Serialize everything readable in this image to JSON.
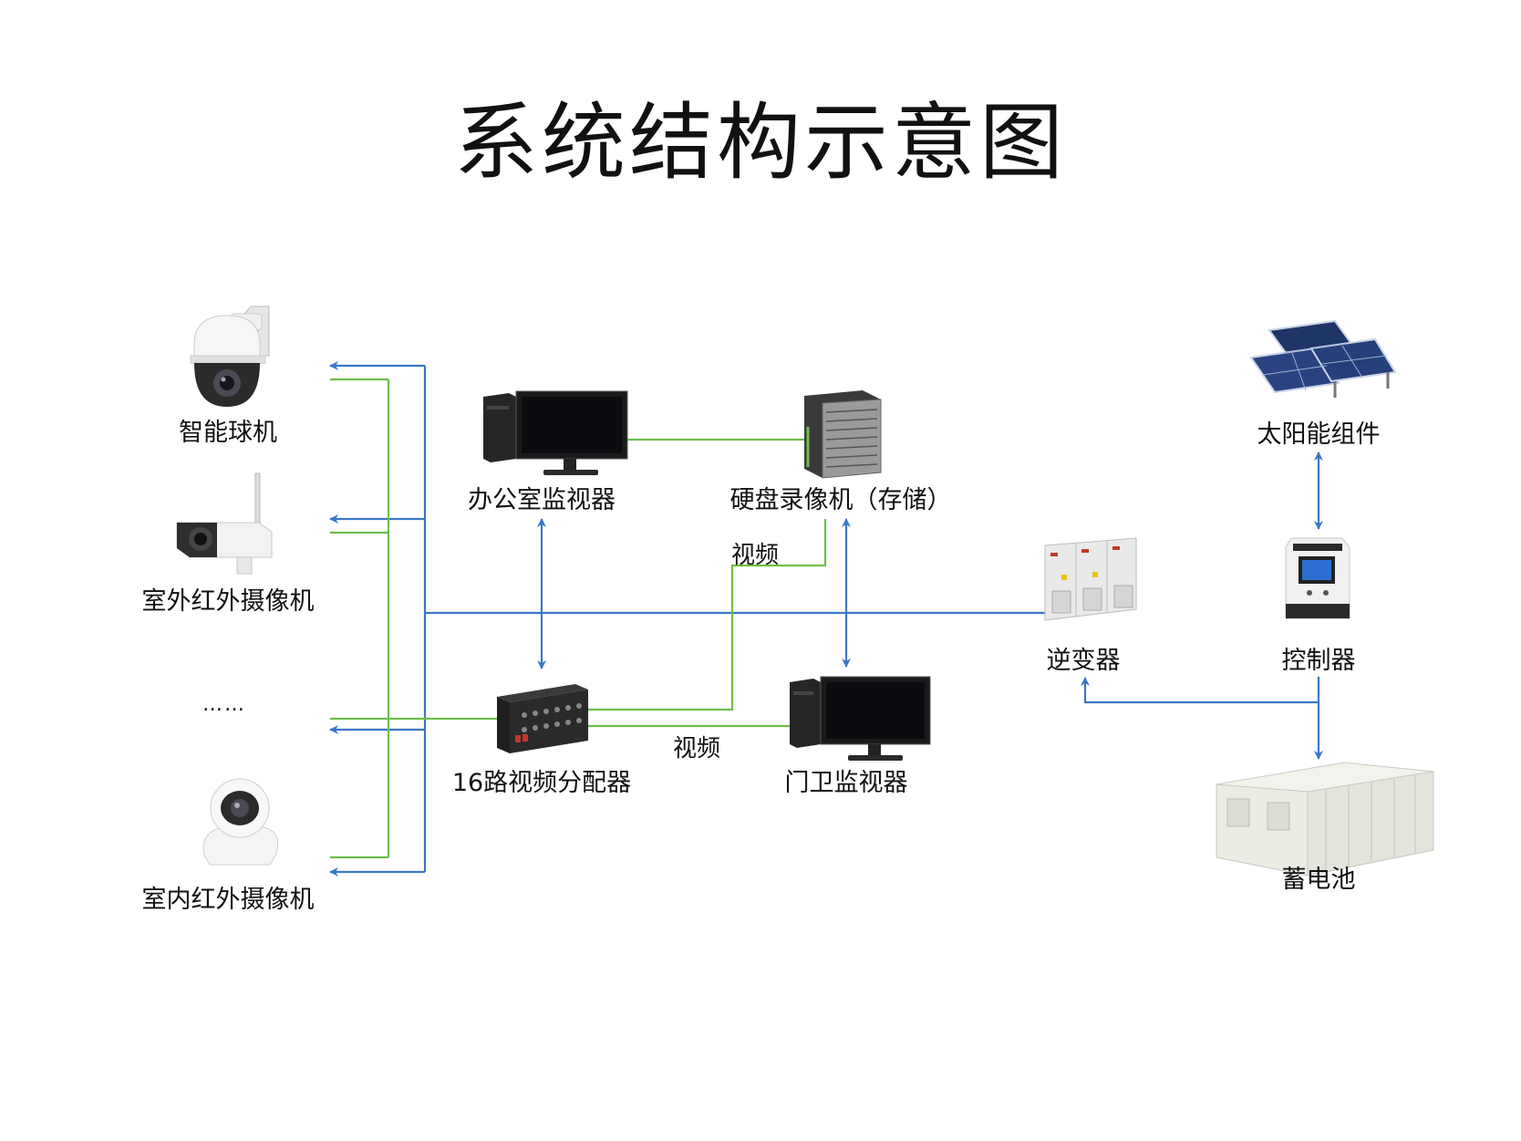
{
  "title": "系统结构示意图",
  "colors": {
    "blue": "#3a78c6",
    "green": "#6dbf4b",
    "text": "#111111"
  },
  "nodes": {
    "dome_camera": {
      "label": "智能球机",
      "icon": "ptz-dome-camera-icon"
    },
    "outdoor_camera": {
      "label": "室外红外摄像机",
      "icon": "bullet-camera-icon"
    },
    "ellipsis": {
      "label": "……"
    },
    "indoor_camera": {
      "label": "室内红外摄像机",
      "icon": "indoor-dome-camera-icon"
    },
    "office_monitor": {
      "label": "办公室监视器",
      "icon": "desktop-computer-icon"
    },
    "nvr": {
      "label": "硬盘录像机（存储）",
      "icon": "nvr-server-icon"
    },
    "splitter": {
      "label": "16路视频分配器",
      "icon": "video-splitter-icon"
    },
    "gate_monitor": {
      "label": "门卫监视器",
      "icon": "desktop-computer-icon"
    },
    "inverter": {
      "label": "逆变器",
      "icon": "inverter-cabinet-icon"
    },
    "solar": {
      "label": "太阳能组件",
      "icon": "solar-panel-icon"
    },
    "controller": {
      "label": "控制器",
      "icon": "charge-controller-icon"
    },
    "battery": {
      "label": "蓄电池",
      "icon": "battery-container-icon"
    }
  },
  "links": {
    "video_upper": "视频",
    "video_lower": "视频"
  }
}
